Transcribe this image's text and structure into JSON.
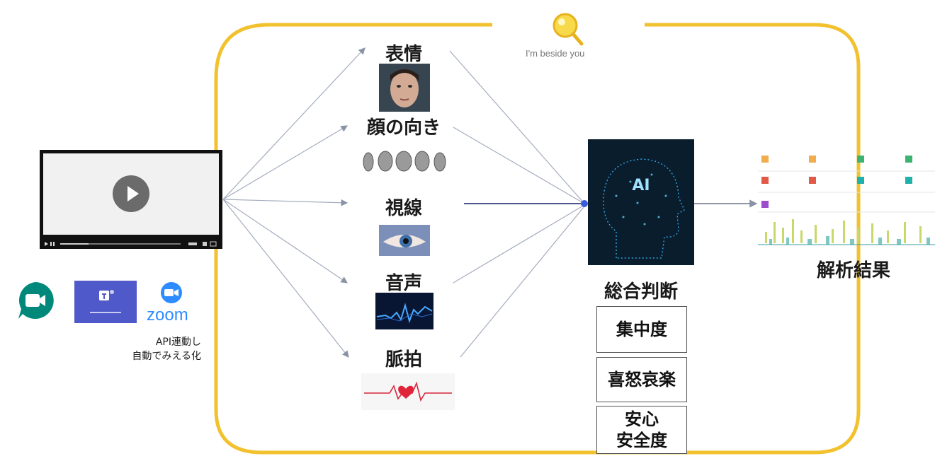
{
  "brand": {
    "logo_text": "I'm beside you"
  },
  "features": [
    {
      "label": "表情"
    },
    {
      "label": "顔の向き"
    },
    {
      "label": "視線"
    },
    {
      "label": "音声"
    },
    {
      "label": "脈拍"
    }
  ],
  "judgment": {
    "label": "総合判断",
    "metrics": [
      "集中度",
      "喜怒哀楽",
      "安心\n安全度"
    ],
    "ai_text": "AI"
  },
  "result": {
    "label": "解析結果"
  },
  "integration": {
    "caption_line1": "API連動し",
    "caption_line2": "自動でみえる化",
    "zoom_text": "zoom"
  },
  "colors": {
    "frame": "#f2c12e",
    "arrow": "#9aa3b5",
    "ai_bg": "#0b2233",
    "teams": "#5059c9",
    "meet": "#00897b",
    "zoom": "#2d8cff"
  }
}
